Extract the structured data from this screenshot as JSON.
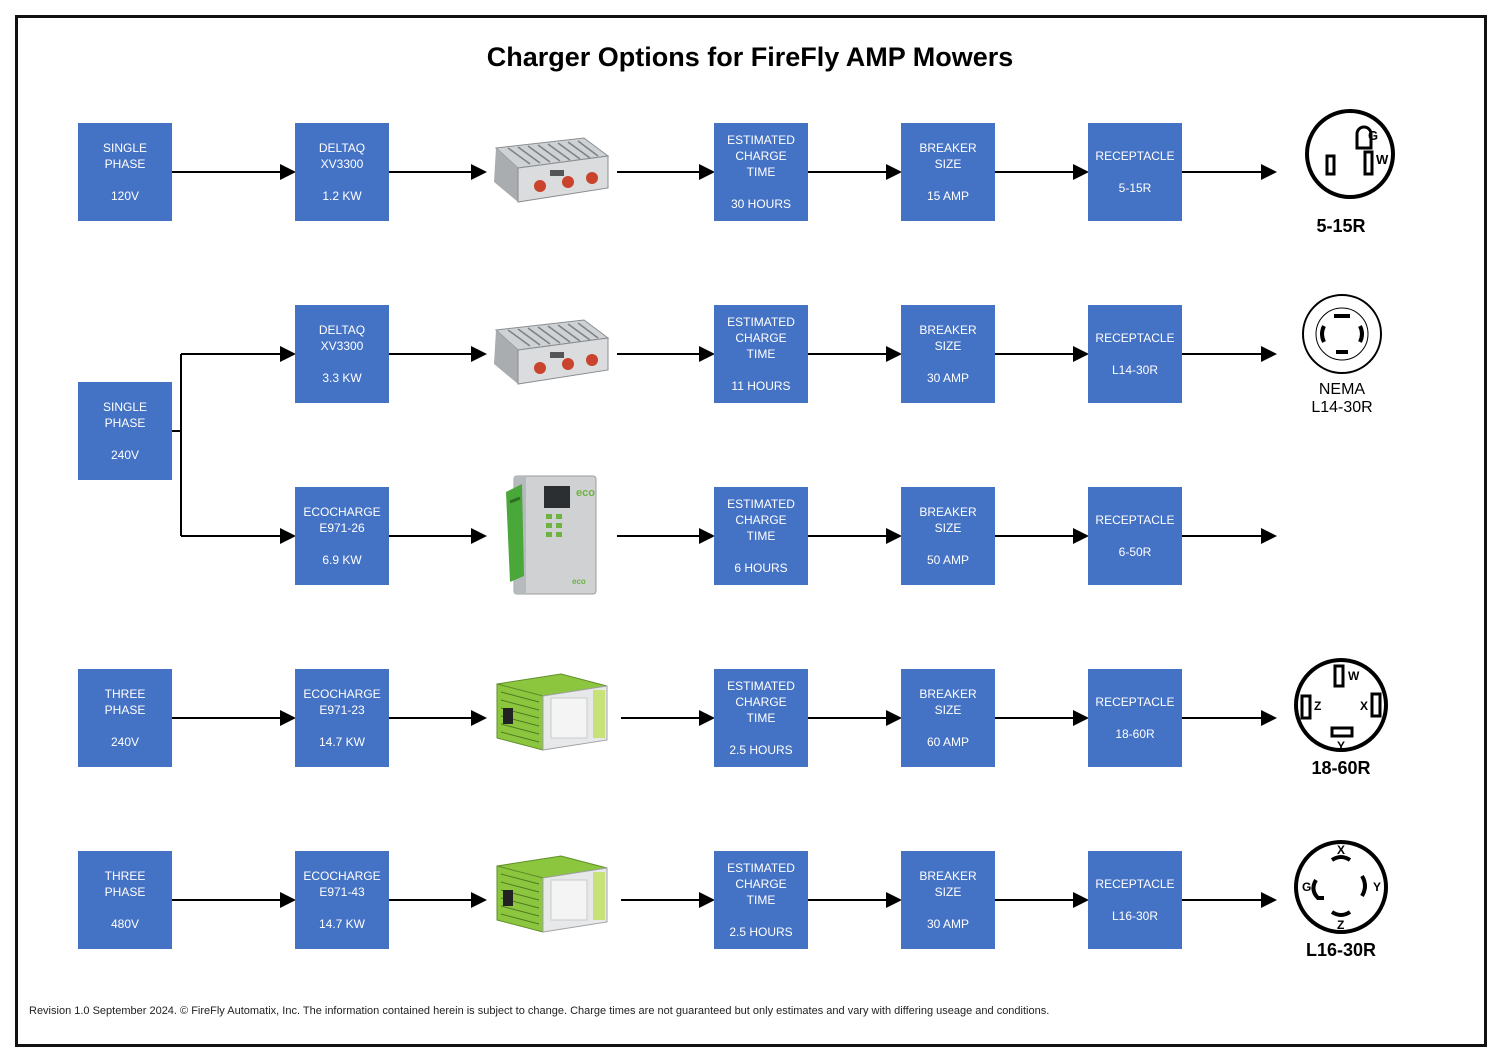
{
  "title": "Charger Options for FireFly AMP Mowers",
  "footer": "Revision 1.0 September 2024. © FireFly Automatix, Inc.  The information contained herein is subject to change. Charge times are not guaranteed but only estimates and vary with differing useage and conditions.",
  "colors": {
    "box": "#4472c4",
    "box_text": "#ffffff",
    "line": "#000000"
  },
  "rows": [
    {
      "supply": [
        "SINGLE",
        "PHASE",
        "120V"
      ],
      "charger": [
        "DELTAQ",
        "XV3300",
        "1.2 KW"
      ],
      "image": "deltaq-charger-image",
      "time": [
        "ESTIMATED",
        "CHARGE",
        "TIME",
        "30 HOURS"
      ],
      "breaker": [
        "BREAKER",
        "SIZE",
        "15 AMP"
      ],
      "receptacle": [
        "RECEPTACLE",
        "5-15R"
      ],
      "plug_label": "5-15R",
      "plug_letters": [
        "G",
        "W"
      ]
    },
    {
      "supply": [
        "SINGLE",
        "PHASE",
        "240V"
      ],
      "charger": [
        "DELTAQ",
        "XV3300",
        "3.3 KW"
      ],
      "image": "deltaq-charger-image",
      "time": [
        "ESTIMATED",
        "CHARGE",
        "TIME",
        "11 HOURS"
      ],
      "breaker": [
        "BREAKER",
        "SIZE",
        "30 AMP"
      ],
      "receptacle": [
        "RECEPTACLE",
        "L14-30R"
      ],
      "plug_label": [
        "NEMA",
        "L14-30R"
      ]
    },
    {
      "charger": [
        "ECOCHARGE",
        "E971-26",
        "6.9 KW"
      ],
      "image": "ecocharge-wallbox-image",
      "time": [
        "ESTIMATED",
        "CHARGE",
        "TIME",
        "6 HOURS"
      ],
      "breaker": [
        "BREAKER",
        "SIZE",
        "50 AMP"
      ],
      "receptacle": [
        "RECEPTACLE",
        "6-50R"
      ]
    },
    {
      "supply": [
        "THREE",
        "PHASE",
        "240V"
      ],
      "charger": [
        "ECOCHARGE",
        "E971-23",
        "14.7 KW"
      ],
      "image": "ecocharge-industrial-image",
      "time": [
        "ESTIMATED",
        "CHARGE",
        "TIME",
        "2.5 HOURS"
      ],
      "breaker": [
        "BREAKER",
        "SIZE",
        "60 AMP"
      ],
      "receptacle": [
        "RECEPTACLE",
        "18-60R"
      ],
      "plug_label": "18-60R",
      "plug_letters": [
        "W",
        "Z",
        "X",
        "Y"
      ]
    },
    {
      "supply": [
        "THREE",
        "PHASE",
        "480V"
      ],
      "charger": [
        "ECOCHARGE",
        "E971-43",
        "14.7 KW"
      ],
      "image": "ecocharge-industrial-image",
      "time": [
        "ESTIMATED",
        "CHARGE",
        "TIME",
        "2.5 HOURS"
      ],
      "breaker": [
        "BREAKER",
        "SIZE",
        "30 AMP"
      ],
      "receptacle": [
        "RECEPTACLE",
        "L16-30R"
      ],
      "plug_label": "L16-30R",
      "plug_letters": [
        "X",
        "G",
        "Y",
        "Z"
      ]
    }
  ],
  "eco_logo": [
    "eco",
    "eco"
  ]
}
